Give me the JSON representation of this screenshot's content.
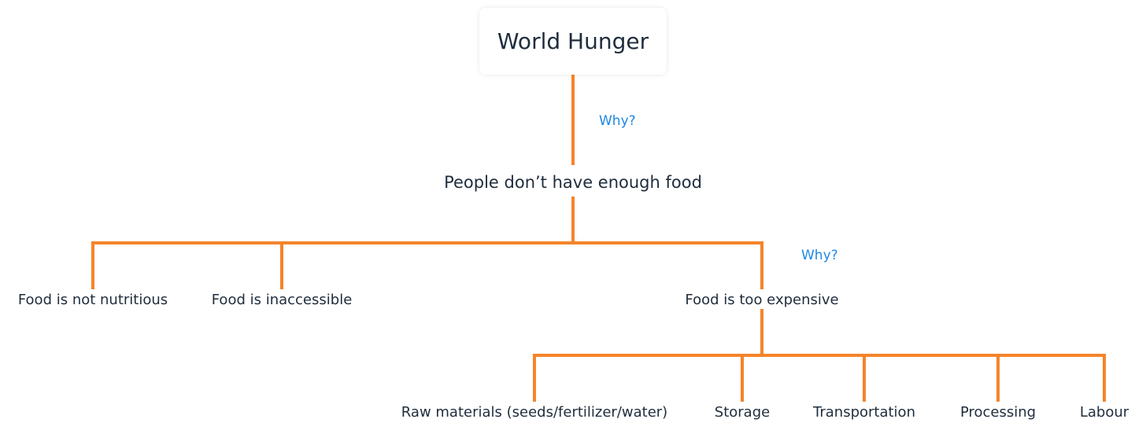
{
  "diagram": {
    "root": {
      "label": "World Hunger"
    },
    "why_labels": [
      "Why?",
      "Why?"
    ],
    "level1": {
      "label": "People don’t have enough food"
    },
    "level2": [
      {
        "label": "Food is not nutritious"
      },
      {
        "label": "Food is inaccessible"
      },
      {
        "label": "Food is too expensive"
      }
    ],
    "level3": [
      {
        "label": "Raw materials (seeds/fertilizer/water)"
      },
      {
        "label": "Storage"
      },
      {
        "label": "Transportation"
      },
      {
        "label": "Processing"
      },
      {
        "label": "Labour"
      }
    ],
    "colors": {
      "connector": "#f5842a",
      "why_text": "#1e88e5",
      "node_text": "#1f2d3d"
    }
  }
}
